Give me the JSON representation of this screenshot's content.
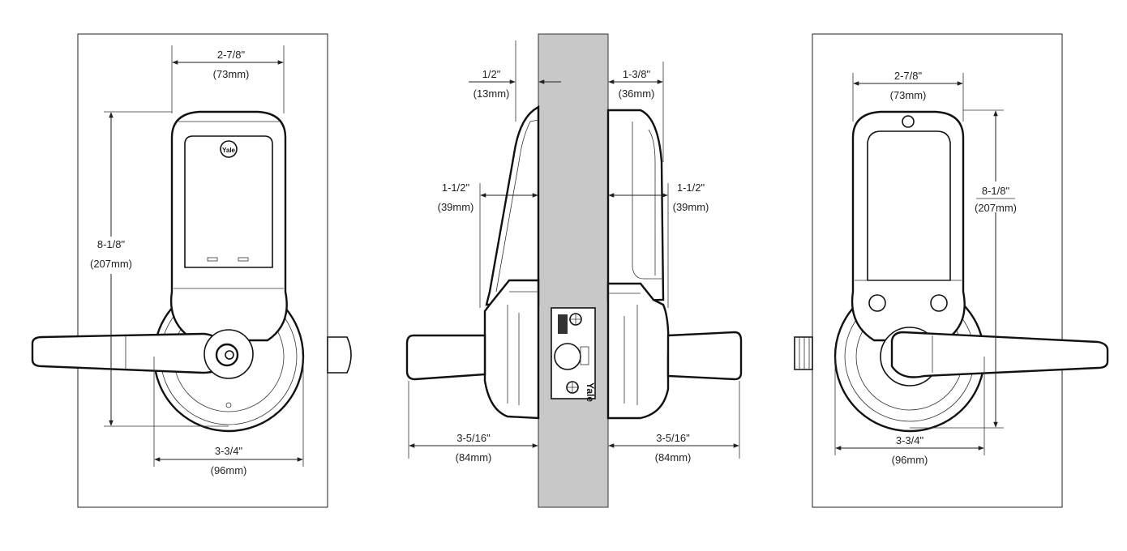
{
  "brand": "Yale",
  "colors": {
    "door": "#c8c8c8",
    "line": "#222222",
    "background": "#ffffff"
  },
  "views": {
    "front": {
      "width_top": {
        "inches": "2-7/8\"",
        "mm": "(73mm)"
      },
      "height": {
        "inches": "8-1/8\"",
        "mm": "(207mm)"
      },
      "width_bottom": {
        "inches": "3-3/4\"",
        "mm": "(96mm)"
      }
    },
    "side": {
      "left_top": {
        "inches": "1/2\"",
        "mm": "(13mm)"
      },
      "right_top": {
        "inches": "1-3/8\"",
        "mm": "(36mm)"
      },
      "left_mid": {
        "inches": "1-1/2\"",
        "mm": "(39mm)"
      },
      "right_mid": {
        "inches": "1-1/2\"",
        "mm": "(39mm)"
      },
      "left_bottom": {
        "inches": "3-5/16\"",
        "mm": "(84mm)"
      },
      "right_bottom": {
        "inches": "3-5/16\"",
        "mm": "(84mm)"
      }
    },
    "back": {
      "width_top": {
        "inches": "2-7/8\"",
        "mm": "(73mm)"
      },
      "height": {
        "inches": "8-1/8\"",
        "mm": "(207mm)"
      },
      "width_bottom": {
        "inches": "3-3/4\"",
        "mm": "(96mm)"
      }
    }
  }
}
